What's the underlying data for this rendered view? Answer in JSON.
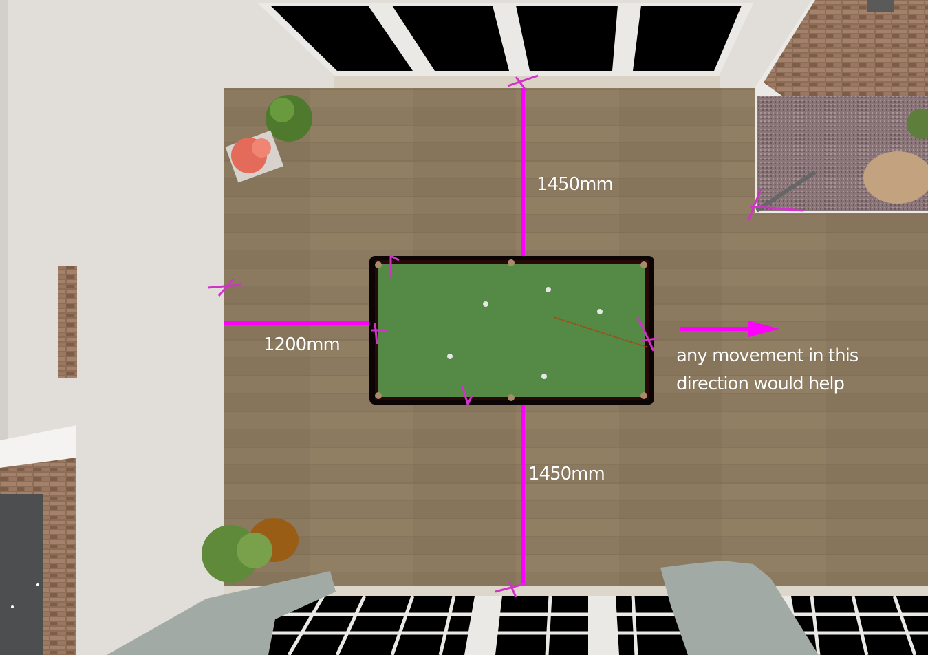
{
  "annotations": {
    "top_distance": "1450mm",
    "left_distance": "1200mm",
    "bottom_distance": "1450mm",
    "note_line1": "any movement in this",
    "note_line2": "direction would help"
  },
  "colors": {
    "annotation": "#ff00ff",
    "floor": "#8b7a5f",
    "felt": "#548a45",
    "wall": "#e1ded9"
  }
}
